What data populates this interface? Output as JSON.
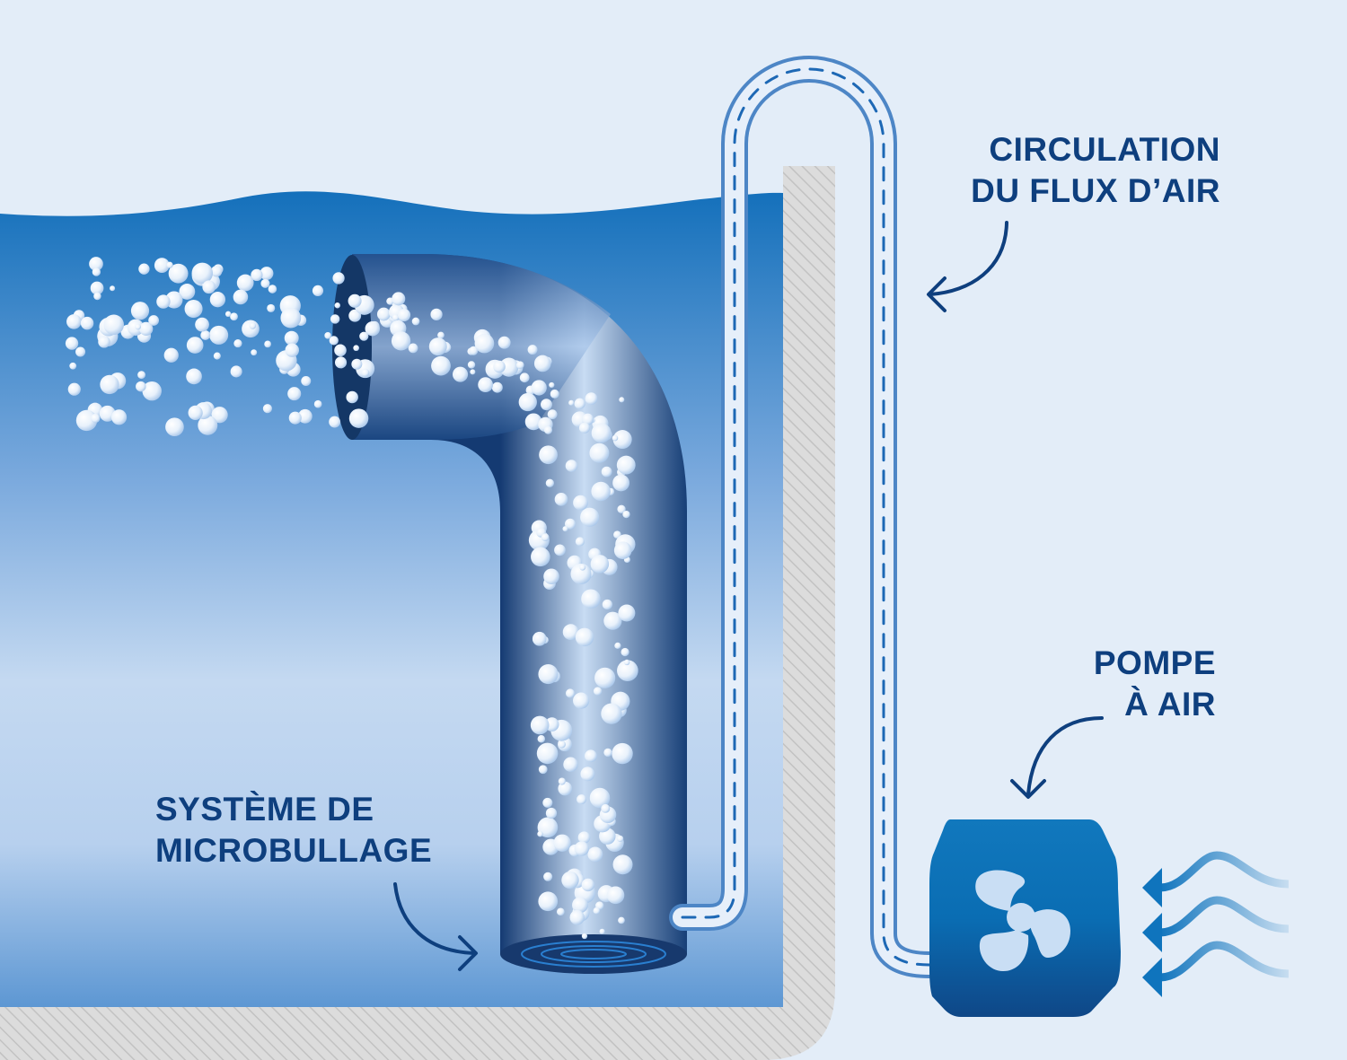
{
  "labels": {
    "airflow": [
      "CIRCULATION",
      "DU FLUX D’AIR"
    ],
    "pump": [
      "POMPE",
      "À AIR"
    ],
    "microbubble": [
      "SYSTÈME DE",
      "MICROBULLAGE"
    ]
  },
  "colors": {
    "background": "#e3edf8",
    "text": "#0e3f7e",
    "water_top": "#1a76bf",
    "water_mid": "#c8dcf2",
    "pump": "#0f74b9",
    "fan": "#c9def4"
  },
  "icons": [
    "fan-icon",
    "arrow-icon",
    "bubble-icon",
    "airflow-wave-icon"
  ]
}
